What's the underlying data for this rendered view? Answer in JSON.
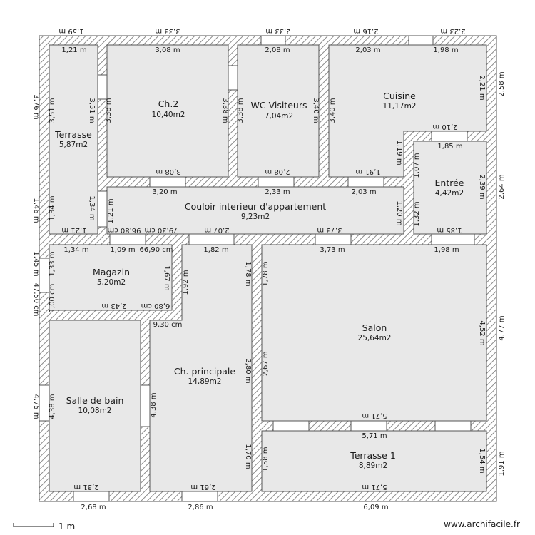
{
  "rooms": {
    "terrasse": {
      "name": "Terrasse",
      "area": "5,87m2"
    },
    "ch2": {
      "name": "Ch.2",
      "area": "10,40m2"
    },
    "wc": {
      "name": "WC Visiteurs",
      "area": "7,04m2"
    },
    "cuisine": {
      "name": "Cuisine",
      "area": "11,17m2"
    },
    "entree": {
      "name": "Entrée",
      "area": "4,42m2"
    },
    "couloir": {
      "name": "Couloir interieur d'appartement",
      "area": "9,23m2"
    },
    "magazin": {
      "name": "Magazin",
      "area": "5,20m2"
    },
    "salle_bain": {
      "name": "Salle de bain",
      "area": "10,08m2"
    },
    "ch_principale": {
      "name": "Ch. principale",
      "area": "14,89m2"
    },
    "salon": {
      "name": "Salon",
      "area": "25,64m2"
    },
    "terrasse1": {
      "name": "Terrasse 1",
      "area": "8,89m2"
    }
  },
  "dimensions": {
    "top_outer": [
      "1,59 m",
      "3,33 m",
      "2,33 m",
      "2,16 m",
      "2,23 m"
    ],
    "top_inner": [
      "1,21 m",
      "3,08 m",
      "2,08 m",
      "2,03 m",
      "1,98 m"
    ],
    "left_outer": [
      "3,76 m",
      "1,46 m",
      "1,45 m",
      "47,50 cm",
      "4,75 m"
    ],
    "right_outer": [
      "2,58 m",
      "2,64 m",
      "4,77 m",
      "1,91 m"
    ],
    "bottom_outer": [
      "2,68 m",
      "2,86 m",
      "6,09 m"
    ],
    "bottom_inner": [
      "2,31 m",
      "2,61 m",
      "5,71 m"
    ],
    "interior": [
      "3,51 m",
      "3,51 m",
      "3,38 m",
      "3,38 m",
      "3,38 m",
      "3,40 m",
      "3,40 m",
      "2,21 m",
      "2,10 m",
      "1,85 m",
      "1,19 m",
      "1,07 m",
      "2,39 m",
      "3,08 m",
      "2,08 m",
      "1,91 m",
      "3,20 m",
      "2,33 m",
      "2,03 m",
      "1,34 m",
      "1,34 m",
      "1,21 m",
      "1,21 m",
      "96,80 cm",
      "79,30 cm",
      "2,07 m",
      "3,73 m",
      "1,20 m",
      "1,32 m",
      "1,85 m",
      "1,34 m",
      "1,09 m",
      "66,90 cm",
      "1,82 m",
      "3,73 m",
      "1,98 m",
      "1,33 m",
      "1,00 cm",
      "2,43 m",
      "6,80 cm",
      "1,67 m",
      "1,92 m",
      "9,30 cm",
      "1,78 m",
      "1,78 m",
      "4,52 m",
      "4,38 m",
      "4,38 m",
      "2,80 m",
      "2,67 m",
      "5,71 m",
      "5,71 m",
      "1,70 m",
      "1,58 m",
      "1,54 m"
    ]
  },
  "scale": {
    "label": "1 m"
  },
  "watermark": "www.archifacile.fr",
  "colors": {
    "wall_hatch": "#8a8a8a",
    "room_fill": "#e8e8e8",
    "window_fill": "#ffffff",
    "text": "#1a1a1a"
  }
}
